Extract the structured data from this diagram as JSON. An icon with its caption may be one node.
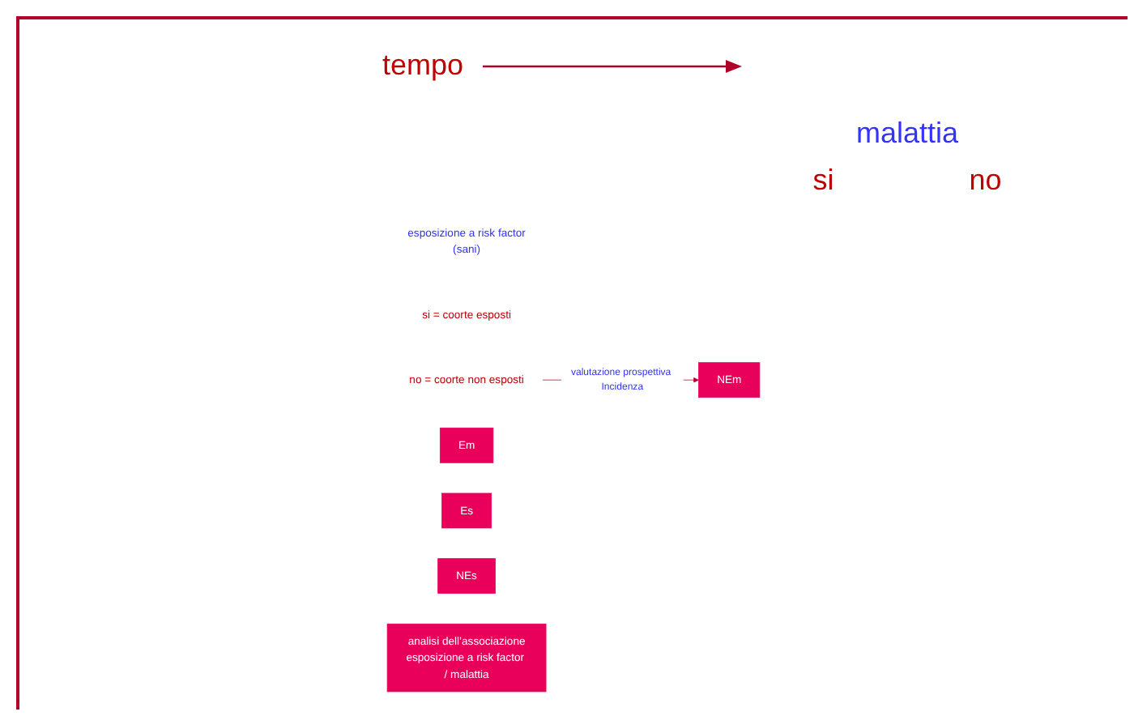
{
  "diagram": {
    "nodes": [
      {
        "text": [
          "esposizione a risk factor",
          "(sani)"
        ]
      },
      {
        "text": [
          "si = coorte esposti"
        ]
      },
      {
        "text": [
          "no = coorte non esposti"
        ]
      },
      {
        "text": [
          "Em"
        ]
      },
      {
        "text": [
          "Es"
        ]
      },
      {
        "text": [
          "NEm"
        ]
      },
      {
        "text": [
          "NEs"
        ]
      },
      {
        "text": [
          "analisi dell’associazione",
          "esposizione a risk factor / malattia"
        ]
      }
    ],
    "edges": [
      {
        "from": 2,
        "to": 5,
        "arrow": "to",
        "label": "valutazione prospettiva Incidenza"
      }
    ],
    "labels": [
      "tempo",
      "malattia",
      "si",
      "no"
    ]
  }
}
